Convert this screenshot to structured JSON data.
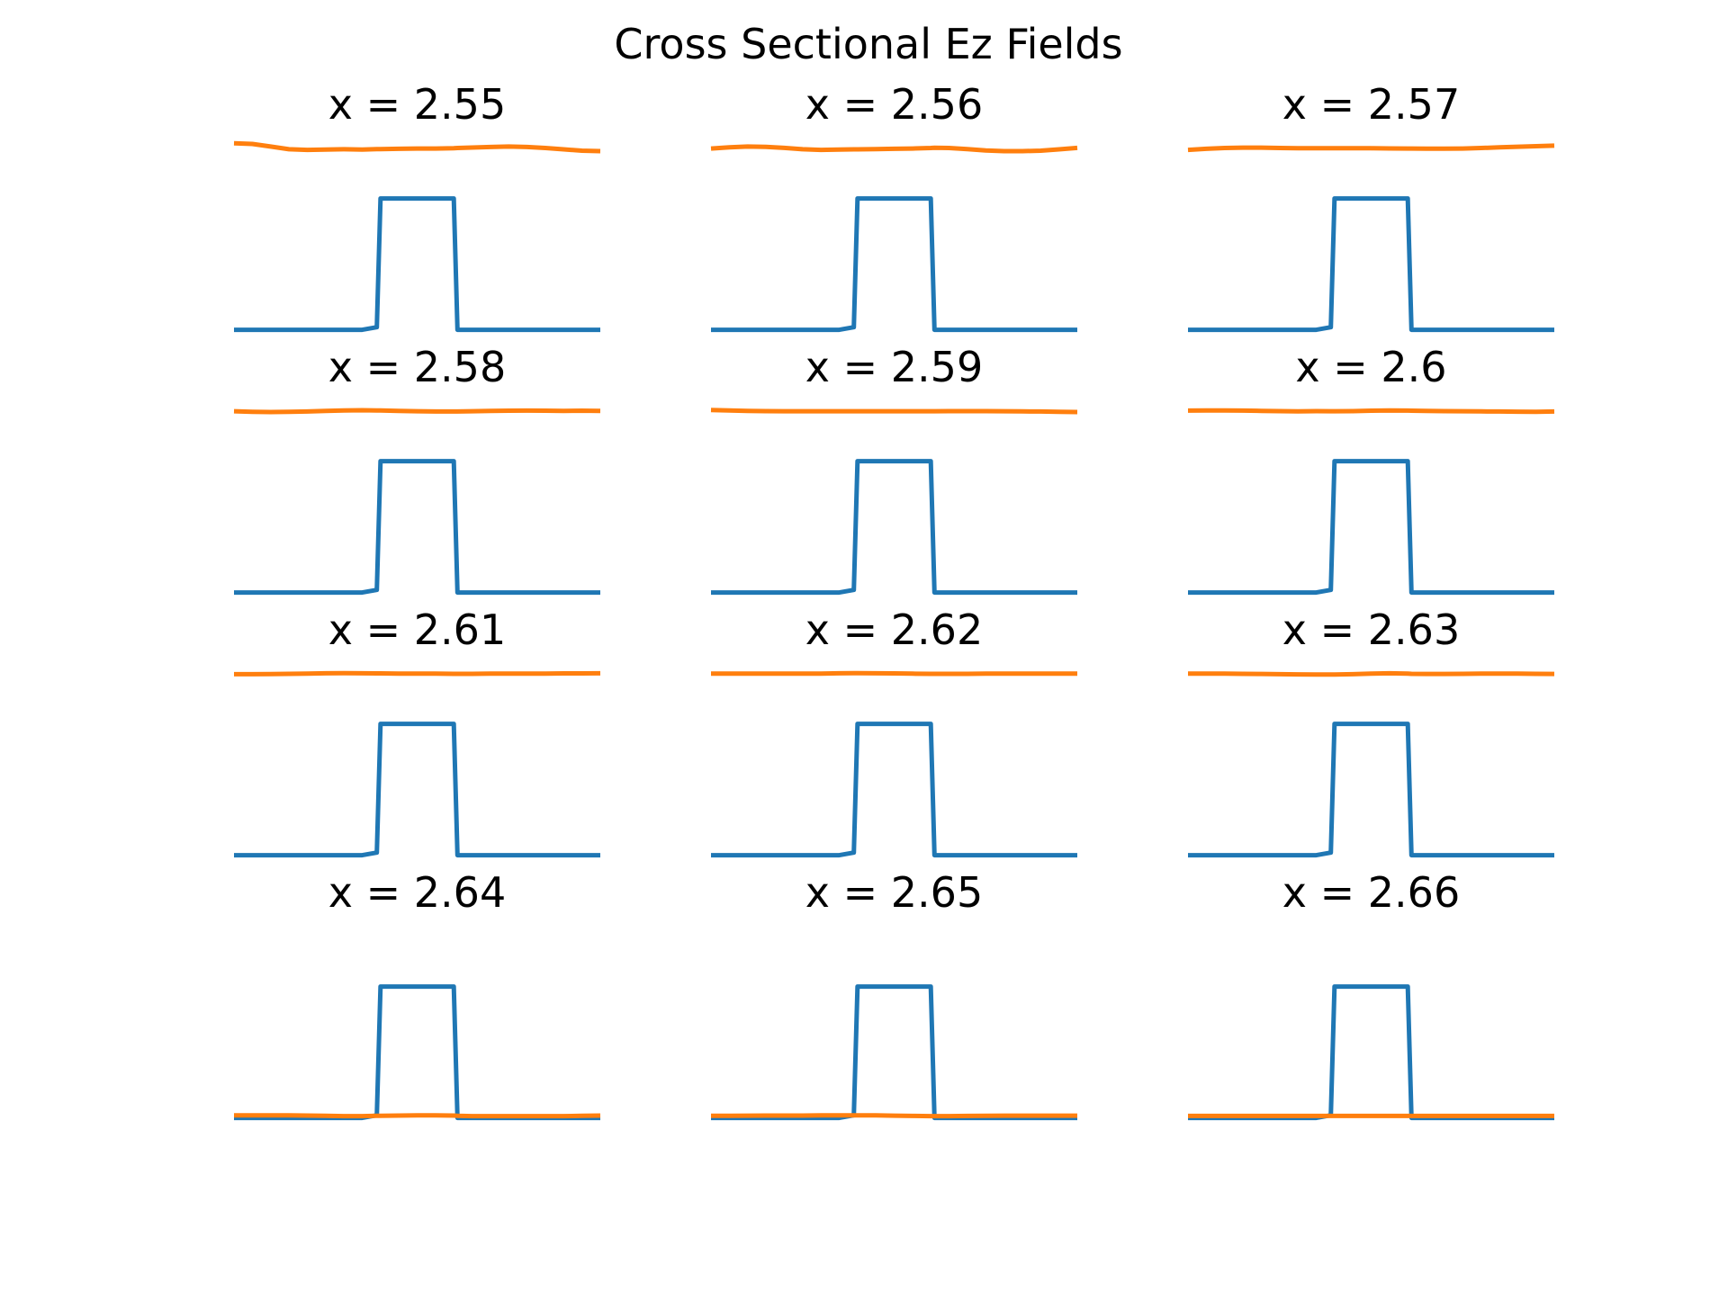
{
  "chart_data": {
    "type": "line",
    "title": "Cross Sectional Ez Fields",
    "axes_visible": false,
    "grid": false,
    "legend": false,
    "layout": {
      "rows": 4,
      "cols": 3
    },
    "colors": {
      "profile": "#1f77b4",
      "field": "#ff7f0e"
    },
    "x": [
      0,
      0.05,
      0.1,
      0.15,
      0.2,
      0.25,
      0.3,
      0.35,
      0.39,
      0.4,
      0.45,
      0.5,
      0.55,
      0.6,
      0.61,
      0.65,
      0.7,
      0.75,
      0.8,
      0.85,
      0.9,
      0.95,
      1.0
    ],
    "xlim": [
      0,
      1
    ],
    "ylim": [
      -0.4,
      1.6
    ],
    "profile_values": [
      0,
      0,
      0,
      0,
      0,
      0,
      0,
      0,
      0.02,
      1,
      1,
      1,
      1,
      1,
      0,
      0,
      0,
      0,
      0,
      0,
      0,
      0,
      0
    ],
    "panels": [
      {
        "title": "x = 2.55",
        "field_values": [
          1.42,
          1.415,
          1.395,
          1.375,
          1.37,
          1.372,
          1.375,
          1.372,
          1.376,
          1.376,
          1.378,
          1.38,
          1.38,
          1.382,
          1.384,
          1.388,
          1.392,
          1.395,
          1.392,
          1.384,
          1.374,
          1.364,
          1.36
        ]
      },
      {
        "title": "x = 2.56",
        "field_values": [
          1.38,
          1.39,
          1.395,
          1.393,
          1.385,
          1.375,
          1.37,
          1.372,
          1.374,
          1.374,
          1.376,
          1.378,
          1.38,
          1.384,
          1.386,
          1.384,
          1.376,
          1.366,
          1.36,
          1.36,
          1.364,
          1.374,
          1.385
        ]
      },
      {
        "title": "x = 2.57",
        "field_values": [
          1.37,
          1.378,
          1.384,
          1.387,
          1.387,
          1.384,
          1.382,
          1.382,
          1.383,
          1.383,
          1.383,
          1.382,
          1.381,
          1.38,
          1.38,
          1.379,
          1.379,
          1.38,
          1.384,
          1.389,
          1.394,
          1.398,
          1.402
        ]
      },
      {
        "title": "x = 2.58",
        "field_values": [
          1.38,
          1.376,
          1.374,
          1.376,
          1.378,
          1.382,
          1.386,
          1.388,
          1.386,
          1.386,
          1.383,
          1.38,
          1.378,
          1.378,
          1.378,
          1.38,
          1.382,
          1.384,
          1.385,
          1.384,
          1.382,
          1.384,
          1.382
        ]
      },
      {
        "title": "x = 2.59",
        "field_values": [
          1.39,
          1.386,
          1.383,
          1.381,
          1.38,
          1.38,
          1.38,
          1.38,
          1.38,
          1.38,
          1.38,
          1.38,
          1.38,
          1.38,
          1.38,
          1.381,
          1.381,
          1.381,
          1.38,
          1.379,
          1.378,
          1.376,
          1.374
        ]
      },
      {
        "title": "x = 2.6",
        "field_values": [
          1.385,
          1.386,
          1.386,
          1.385,
          1.383,
          1.381,
          1.379,
          1.381,
          1.38,
          1.38,
          1.381,
          1.384,
          1.386,
          1.385,
          1.384,
          1.382,
          1.381,
          1.38,
          1.379,
          1.378,
          1.377,
          1.376,
          1.378
        ]
      },
      {
        "title": "x = 2.61",
        "field_values": [
          1.378,
          1.378,
          1.379,
          1.381,
          1.383,
          1.385,
          1.386,
          1.385,
          1.384,
          1.384,
          1.382,
          1.382,
          1.382,
          1.381,
          1.381,
          1.381,
          1.382,
          1.382,
          1.383,
          1.383,
          1.384,
          1.384,
          1.385
        ]
      },
      {
        "title": "x = 2.62",
        "field_values": [
          1.383,
          1.383,
          1.383,
          1.383,
          1.382,
          1.382,
          1.383,
          1.385,
          1.386,
          1.386,
          1.385,
          1.384,
          1.382,
          1.381,
          1.381,
          1.381,
          1.381,
          1.382,
          1.382,
          1.382,
          1.382,
          1.382,
          1.382
        ]
      },
      {
        "title": "x = 2.63",
        "field_values": [
          1.383,
          1.383,
          1.382,
          1.381,
          1.38,
          1.378,
          1.377,
          1.376,
          1.376,
          1.376,
          1.378,
          1.382,
          1.385,
          1.383,
          1.381,
          1.38,
          1.38,
          1.381,
          1.382,
          1.382,
          1.382,
          1.381,
          1.38
        ]
      },
      {
        "title": "x = 2.64",
        "field_values": [
          0.02,
          0.02,
          0.02,
          0.02,
          0.018,
          0.016,
          0.014,
          0.014,
          0.016,
          0.016,
          0.018,
          0.02,
          0.02,
          0.018,
          0.016,
          0.014,
          0.014,
          0.014,
          0.014,
          0.014,
          0.014,
          0.016,
          0.018
        ]
      },
      {
        "title": "x = 2.65",
        "field_values": [
          0.016,
          0.016,
          0.017,
          0.018,
          0.018,
          0.018,
          0.019,
          0.02,
          0.02,
          0.02,
          0.019,
          0.017,
          0.015,
          0.014,
          0.014,
          0.014,
          0.015,
          0.016,
          0.017,
          0.017,
          0.017,
          0.017,
          0.017
        ]
      },
      {
        "title": "x = 2.66",
        "field_values": [
          0.015,
          0.015,
          0.015,
          0.015,
          0.015,
          0.015,
          0.015,
          0.015,
          0.015,
          0.015,
          0.015,
          0.015,
          0.015,
          0.015,
          0.015,
          0.015,
          0.015,
          0.015,
          0.015,
          0.015,
          0.015,
          0.015,
          0.015
        ]
      }
    ]
  }
}
